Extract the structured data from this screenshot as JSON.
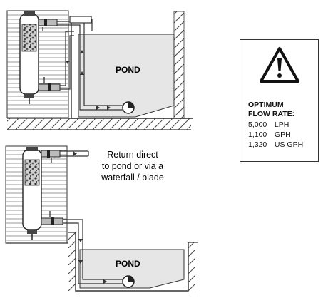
{
  "diagram_top": {
    "pond_label": "POND"
  },
  "diagram_bottom": {
    "pond_label": "POND",
    "return_text": [
      "Return direct",
      "to pond or via a",
      "waterfall / blade"
    ]
  },
  "warning_box": {
    "icon": "warning-triangle-icon",
    "title_line1": "OPTIMUM",
    "title_line2": "FLOW RATE:",
    "rates": [
      {
        "value": "5,000",
        "unit": "LPH"
      },
      {
        "value": "1,100",
        "unit": "GPH"
      },
      {
        "value": "1,320",
        "unit": "US GPH"
      }
    ]
  }
}
